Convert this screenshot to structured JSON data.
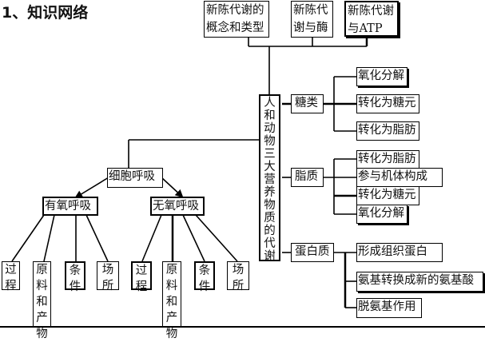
{
  "title": "1、知识网络",
  "top_boxes": [
    {
      "id": "concept",
      "text": "新陈代谢的概念和类型"
    },
    {
      "id": "enzyme",
      "text": "新陈代谢与酶"
    },
    {
      "id": "atp",
      "text": "新陈代谢与ATP"
    }
  ],
  "center": {
    "text": "人和动物三大营养物质的代谢"
  },
  "nutrients": {
    "sugar": {
      "label": "糖类",
      "items": [
        "氧化分解",
        "转化为糖元",
        "转化为脂肪"
      ]
    },
    "lipid": {
      "label": "脂质",
      "items": [
        "转化为脂肪",
        "参与机体构成",
        "转化为糖元",
        "氧化分解"
      ]
    },
    "protein": {
      "label": "蛋白质",
      "items": [
        "形成组织蛋白",
        "氨基转换成新的氨基酸",
        "脱氨基作用"
      ]
    }
  },
  "respiration": {
    "label": "细胞呼吸",
    "aerobic": {
      "label": "有氧呼吸",
      "items": [
        "过程",
        "原料和产物",
        "条件",
        "场所"
      ]
    },
    "anaerobic": {
      "label": "无氧呼吸",
      "items": [
        "过程",
        "原料和产物",
        "条件",
        "场所"
      ]
    }
  }
}
